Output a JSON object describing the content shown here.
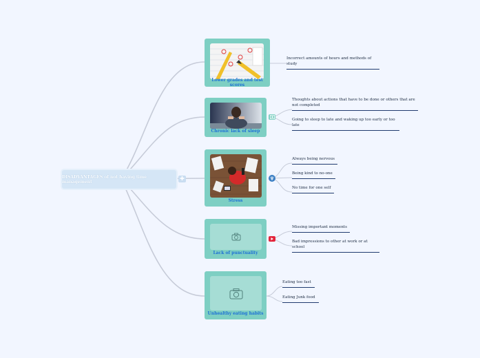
{
  "root": {
    "label": "DISADVANTAGES of not having time management",
    "collapse_icon": "puzzle-icon"
  },
  "topics": [
    {
      "label": "Lower grades and test scores",
      "image": "test-sheet-pencils-photo",
      "children": [
        "Incorrect amounts of hours and methods of study"
      ]
    },
    {
      "label": "Chronic lack of sleep",
      "image": "tired-woman-photo",
      "marker": "image-marker-icon",
      "children": [
        "Thoughts about actions that have to be done or others that are not completed",
        "Going to sleep to late and waking up too early or too late"
      ]
    },
    {
      "label": "Stress",
      "image": "stressed-person-papers-photo",
      "marker": "tree-marker-icon",
      "children": [
        "Always being nervous",
        "Being kind to no-one",
        "No time for one self"
      ]
    },
    {
      "label": "Lack of punctuality",
      "image": "camera-placeholder-icon",
      "marker": "youtube-icon",
      "children": [
        "Missing important moments",
        "Bad impressions to other at work or at school"
      ]
    },
    {
      "label": "Unhealthy eating habits",
      "image": "camera-placeholder-icon",
      "children": [
        "Eating too fast",
        "Eating Junk food"
      ]
    }
  ],
  "colors": {
    "topic": "#7ecfc3",
    "topic_label": "#1d6fd6",
    "root": "#d5e6f6",
    "line": "#c6cbd8",
    "underline": "#1f3a6e",
    "youtube": "#e3243b"
  }
}
